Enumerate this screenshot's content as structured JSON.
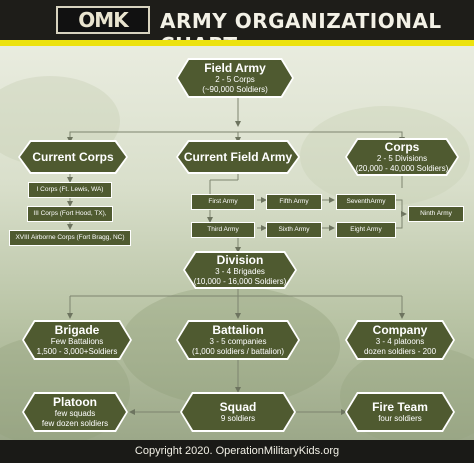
{
  "header": {
    "logo_text": "OMK",
    "title": "ARMY ORGANIZATIONAL CHART"
  },
  "colors": {
    "header_bg": "#1e1d19",
    "accent_yellow": "#ece20f",
    "node_fill": "#4f5a30",
    "node_text": "#ffffff"
  },
  "nodes": {
    "field_army": {
      "title": "Field Army",
      "lines": [
        "2 - 5 Corps",
        "(~90,000 Soldiers)"
      ]
    },
    "current_corps": {
      "title": "Current Corps"
    },
    "current_field_army": {
      "title": "Current Field Army"
    },
    "corps": {
      "title": "Corps",
      "lines": [
        "2 - 5 Divisions",
        "(20,000 - 40,000 Soldiers)"
      ]
    },
    "corps_list": [
      "I Corps (Ft. Lewis, WA)",
      "III Corps (Fort Hood, TX),",
      "XVIII Airborne Corps (Fort Bragg, NC)"
    ],
    "armies": [
      "First Army",
      "Fifth Army",
      "SeventhArmy",
      "Third Army",
      "Sixth Army",
      "Eight Army",
      "Ninth Army"
    ],
    "division": {
      "title": "Division",
      "lines": [
        "3 - 4 Brigades",
        "(10,000 - 16,000 Soldiers)"
      ]
    },
    "brigade": {
      "title": "Brigade",
      "lines": [
        "Few Battalions",
        "1,500 - 3,000+Soldiers"
      ]
    },
    "battalion": {
      "title": "Battalion",
      "lines": [
        "3 - 5 companies",
        "(1,000 soldiers / battalion)"
      ]
    },
    "company": {
      "title": "Company",
      "lines": [
        "3 - 4 platoons",
        "dozen soldiers - 200"
      ]
    },
    "platoon": {
      "title": "Platoon",
      "lines": [
        "few squads",
        "few dozen soldiers"
      ]
    },
    "squad": {
      "title": "Squad",
      "lines": [
        "9 soldiers"
      ]
    },
    "fire_team": {
      "title": "Fire Team",
      "lines": [
        "four soldiers"
      ]
    }
  },
  "footer": {
    "copyright": "Copyright 2020. OperationMilitaryKids.org"
  }
}
